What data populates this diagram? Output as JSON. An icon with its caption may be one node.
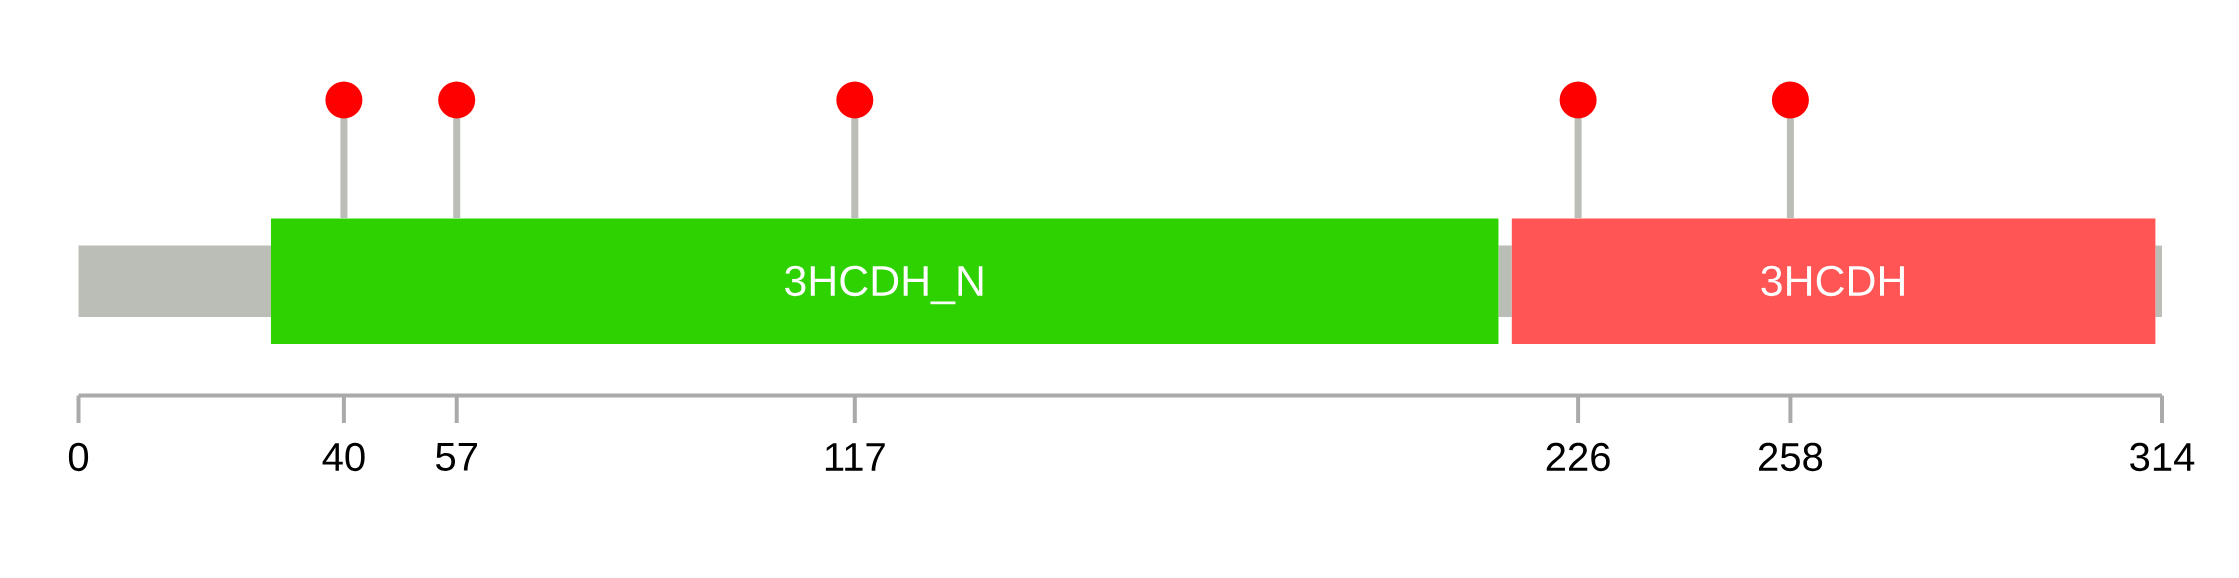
{
  "diagram": {
    "nodes": [
      {
        "text": [],
        "shape": "bar"
      },
      {
        "text": [
          "3HCDH_N"
        ]
      },
      {
        "text": [],
        "shape": "bar"
      },
      {
        "text": [
          "3HCDH"
        ]
      },
      {
        "text": [],
        "shape": "bar"
      }
    ],
    "labels": [
      "0",
      "40",
      "57",
      "117",
      "226",
      "258",
      "314"
    ]
  }
}
